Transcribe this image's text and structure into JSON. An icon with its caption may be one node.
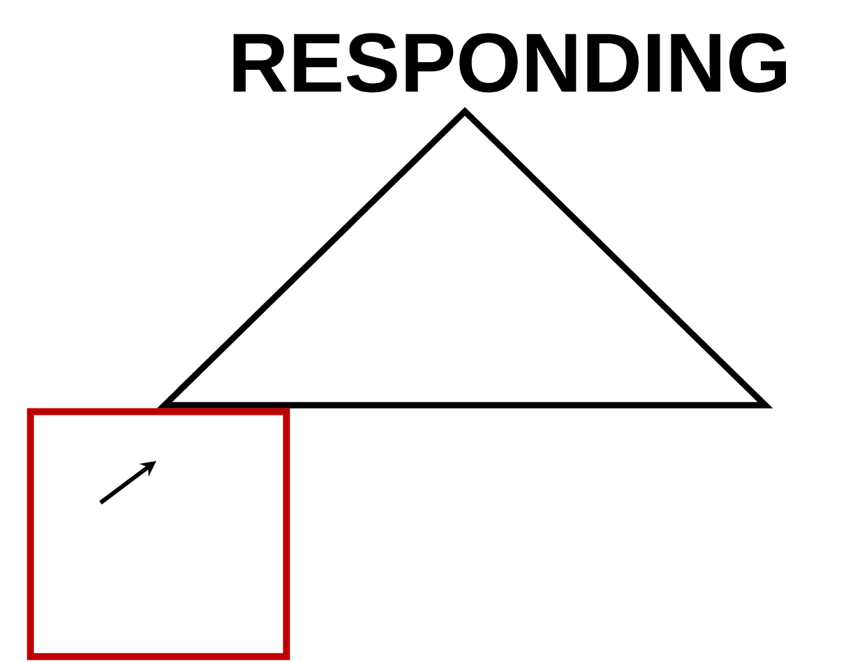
{
  "diagram": {
    "title": "RESPONDING",
    "nodes": [
      {
        "text": [],
        "shape": "triangle"
      },
      {
        "text": [],
        "shape": "box"
      }
    ]
  }
}
